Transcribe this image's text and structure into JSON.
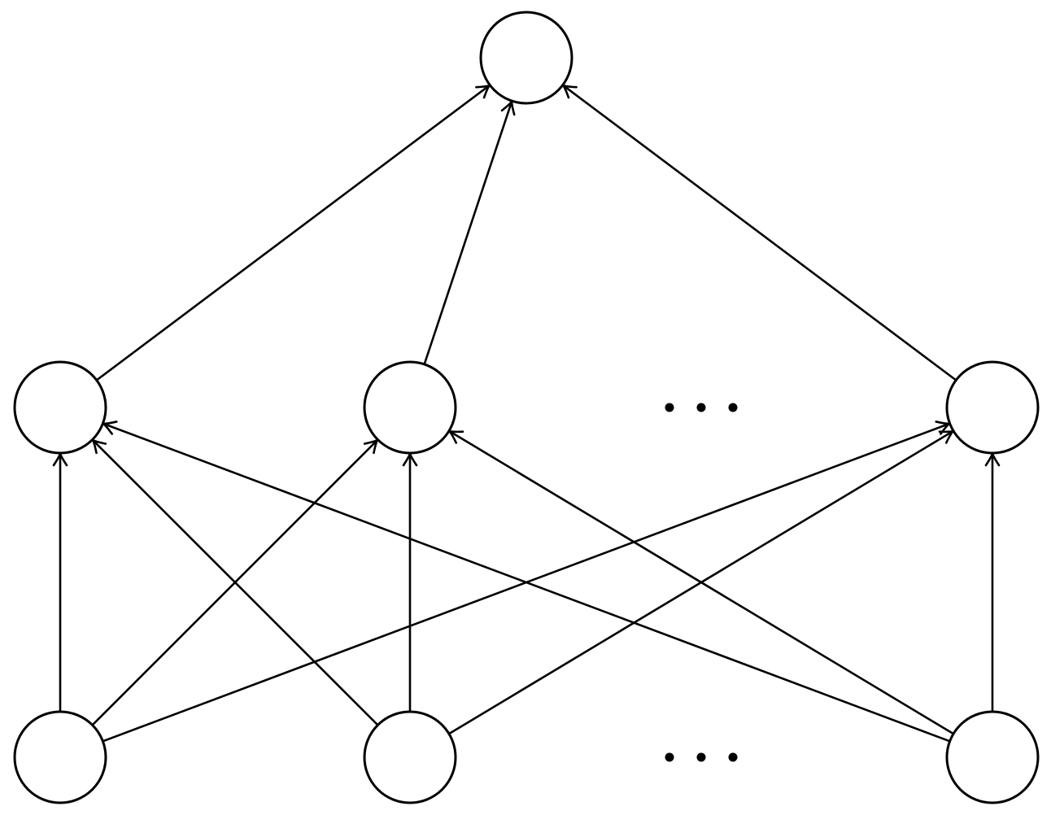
{
  "diagram": {
    "type": "layered directed graph",
    "node_fill": "#ffffff",
    "stroke_color": "#000000",
    "nodes": [
      {
        "id": "top",
        "layer": "output"
      },
      {
        "id": "m1",
        "layer": "hidden"
      },
      {
        "id": "m2",
        "layer": "hidden"
      },
      {
        "id": "m3",
        "layer": "hidden"
      },
      {
        "id": "b1",
        "layer": "input"
      },
      {
        "id": "b2",
        "layer": "input"
      },
      {
        "id": "b3",
        "layer": "input"
      }
    ],
    "ellipses": [
      {
        "id": "hidden-ellipsis",
        "layer": "hidden"
      },
      {
        "id": "input-ellipsis",
        "layer": "input"
      }
    ],
    "edges": [
      {
        "from": "m1",
        "to": "top"
      },
      {
        "from": "m2",
        "to": "top"
      },
      {
        "from": "m3",
        "to": "top"
      },
      {
        "from": "b1",
        "to": "m1"
      },
      {
        "from": "b1",
        "to": "m2"
      },
      {
        "from": "b1",
        "to": "m3"
      },
      {
        "from": "b2",
        "to": "m1"
      },
      {
        "from": "b2",
        "to": "m2"
      },
      {
        "from": "b2",
        "to": "m3"
      },
      {
        "from": "b3",
        "to": "m1"
      },
      {
        "from": "b3",
        "to": "m2"
      },
      {
        "from": "b3",
        "to": "m3"
      }
    ]
  }
}
